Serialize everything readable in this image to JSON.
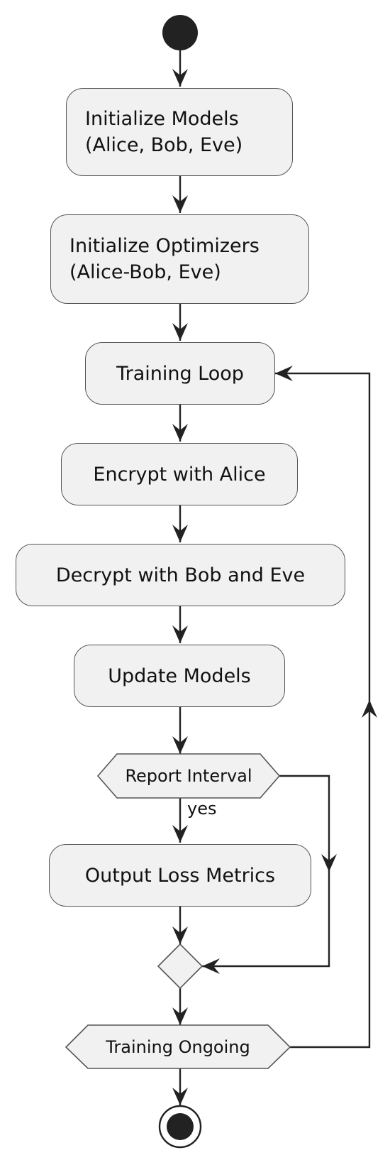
{
  "diagram": {
    "nodes": {
      "init_models": [
        "Initialize Models",
        "(Alice, Bob, Eve)"
      ],
      "init_optimizers": [
        "Initialize Optimizers",
        "(Alice-Bob, Eve)"
      ],
      "training_loop": "Training Loop",
      "encrypt": "Encrypt with Alice",
      "decrypt": "Decrypt with Bob and Eve",
      "update": "Update Models",
      "report_interval": "Report Interval",
      "output_loss": "Output Loss Metrics",
      "training_ongoing": "Training Ongoing"
    },
    "edge_labels": {
      "report_yes": "yes"
    }
  }
}
